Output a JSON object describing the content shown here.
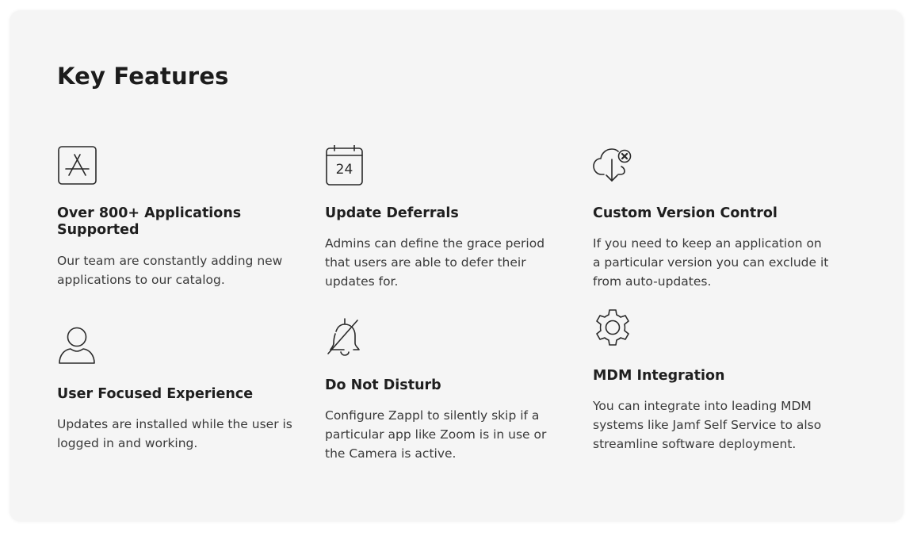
{
  "section": {
    "title": "Key Features"
  },
  "features": [
    {
      "icon": "app-store-icon",
      "title": "Over 800+ Applications Supported",
      "description": "Our team are constantly adding new applications to our catalog."
    },
    {
      "icon": "calendar-icon",
      "icon_text": "24",
      "title": "Update Deferrals",
      "description": "Admins can define the grace period that users are able to defer their updates for."
    },
    {
      "icon": "cloud-download-cancel-icon",
      "title": "Custom Version Control",
      "description": "If you need to keep an application on a particular version you can exclude it from auto-updates."
    },
    {
      "icon": "user-icon",
      "title": "User Focused Experience",
      "description": "Updates are installed while the user is logged in and working."
    },
    {
      "icon": "bell-off-icon",
      "title": "Do Not Disturb",
      "description": "Configure Zappl to silently skip if a particular app like Zoom is in use or the Camera is active."
    },
    {
      "icon": "gear-icon",
      "title": "MDM Integration",
      "description": "You can integrate into leading MDM systems like Jamf Self Service to also streamline software deployment."
    }
  ]
}
